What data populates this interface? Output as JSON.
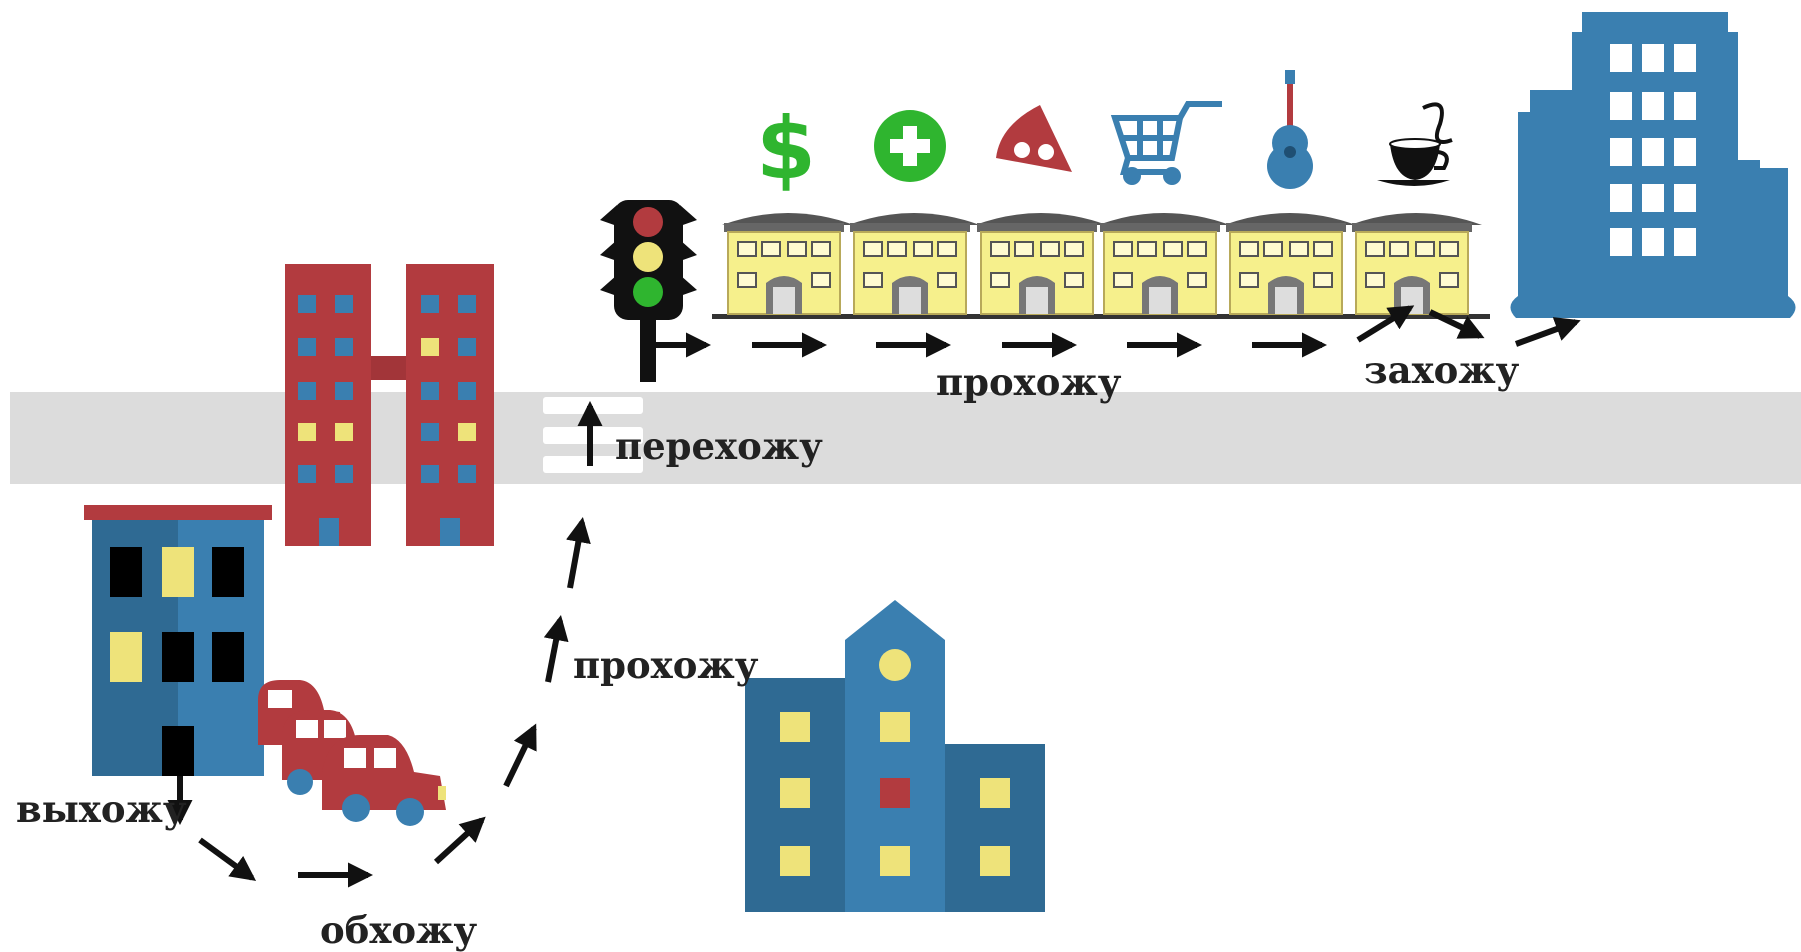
{
  "labels": {
    "exit": "выхожу",
    "walk_around": "обхожу",
    "walk_through_lower": "прохожу",
    "cross": "перехожу",
    "walk_past": "прохожу",
    "enter": "захожу"
  },
  "shop_icons": [
    "dollar-icon",
    "pharmacy-plus-icon",
    "pizza-slice-icon",
    "shopping-cart-icon",
    "guitar-icon",
    "coffee-cup-icon"
  ],
  "colors": {
    "road": "#dcdcdc",
    "blue_building": "#3a7fb0",
    "dark_blue": "#2f6a93",
    "red_building": "#b23b3f",
    "shop_yellow": "#f6f08c",
    "shop_roof": "#555555",
    "window_yellow": "#eee37a",
    "green": "#2fb52f",
    "arrow": "#111111"
  }
}
